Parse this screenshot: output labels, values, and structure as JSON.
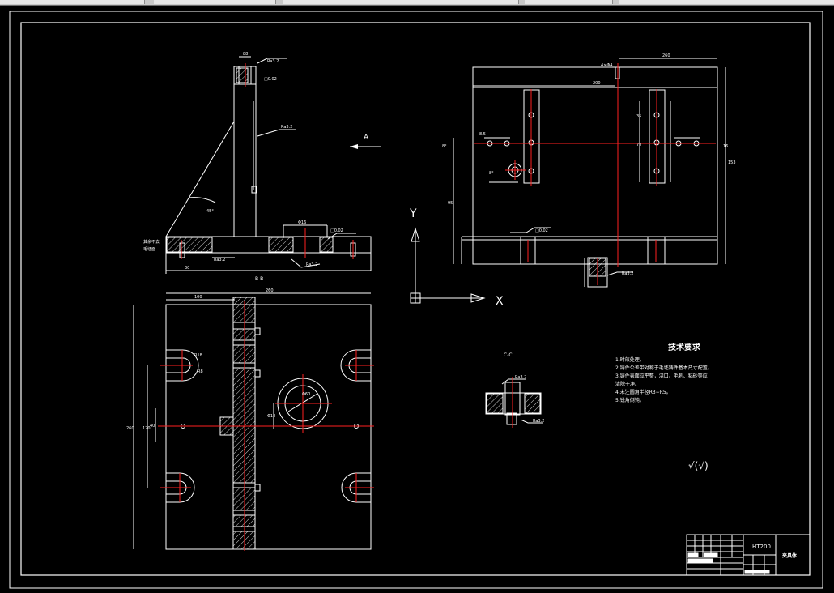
{
  "drawing": {
    "view_labels": {
      "arrow_a": "A",
      "section_b": "B-B",
      "section_c": "C-C"
    },
    "axes": {
      "y": "Y",
      "x": "X"
    },
    "tech_req": {
      "title": "技术要求",
      "items": [
        "1.时效处理。",
        "2.铸件公差带对称于毛坯铸件基本尺寸配置。",
        "3.铸件表面应平整，浇口、毛刺、粘砂等应",
        "清除干净。",
        "4.未注圆角半径R3~R5。",
        "5.锐角倒钝。"
      ]
    },
    "surface_symbol": "√(√)",
    "title_block": {
      "material": "HT200",
      "part_name": "夹具体"
    },
    "colors": {
      "line": "#ffffff",
      "centerline": "#ff2020",
      "background": "#000000"
    }
  }
}
